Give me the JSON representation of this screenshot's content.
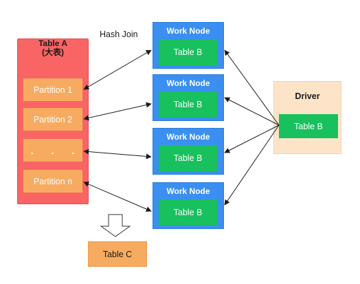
{
  "hash_join_label": "Hash Join",
  "table_a": {
    "title": "Table A",
    "subtitle": "(大表)",
    "partitions": [
      "Partition 1",
      "Partition 2",
      ". . .",
      "Partition n"
    ]
  },
  "work_nodes": [
    {
      "label": "Work Node",
      "table": "Table B"
    },
    {
      "label": "Work Node",
      "table": "Table B"
    },
    {
      "label": "Work Node",
      "table": "Table B"
    },
    {
      "label": "Work Node",
      "table": "Table B"
    }
  ],
  "driver": {
    "label": "Driver",
    "table": "Table B"
  },
  "result": {
    "table": "Table C"
  },
  "colors": {
    "table_a": "#f96464",
    "partition": "#f7ab60",
    "work_node": "#3a8ff0",
    "table_b": "#18c05e",
    "driver": "#fde4c9"
  }
}
